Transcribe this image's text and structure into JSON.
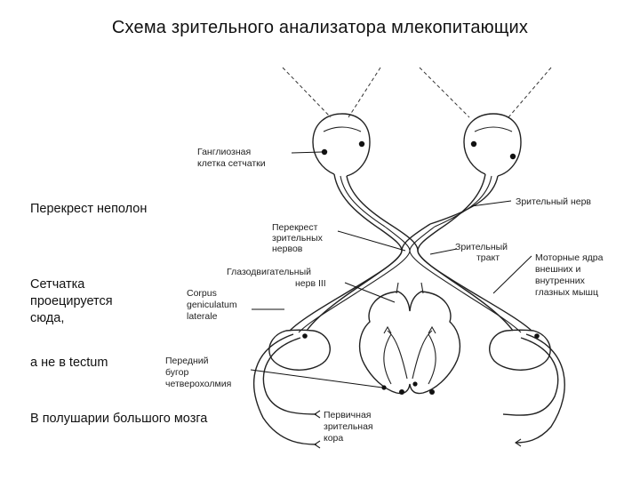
{
  "title": "Схема зрительного анализатора млекопитающих",
  "notes": {
    "chiasm_incomplete": "Перекрест неполон",
    "retina_line1": "Сетчатка",
    "retina_line2": "проецируется",
    "retina_line3": "сюда,",
    "not_tectum": "а не в tectum",
    "hemispheres": "В полушарии большого мозга"
  },
  "labels": {
    "ganglion_1": "Ганглиозная",
    "ganglion_2": "клетка сетчатки",
    "optic_nerve": "Зрительный нерв",
    "chiasm_1": "Перекрест",
    "chiasm_2": "зрительных",
    "chiasm_3": "нервов",
    "tract_1": "Зрительный",
    "tract_2": "тракт",
    "oculomotor_1": "Глазодвигательный",
    "oculomotor_2": "нерв III",
    "motor_1": "Моторные ядра",
    "motor_2": "внешних и",
    "motor_3": "внутренних",
    "motor_4": "глазных мышц",
    "lgn_1": "Corpus",
    "lgn_2": "geniculatum",
    "lgn_3": "laterale",
    "colliculus_1": "Передний",
    "colliculus_2": "бугор",
    "colliculus_3": "четверохолмия",
    "cortex_1": "Первичная",
    "cortex_2": "зрительная",
    "cortex_3": "кора"
  }
}
